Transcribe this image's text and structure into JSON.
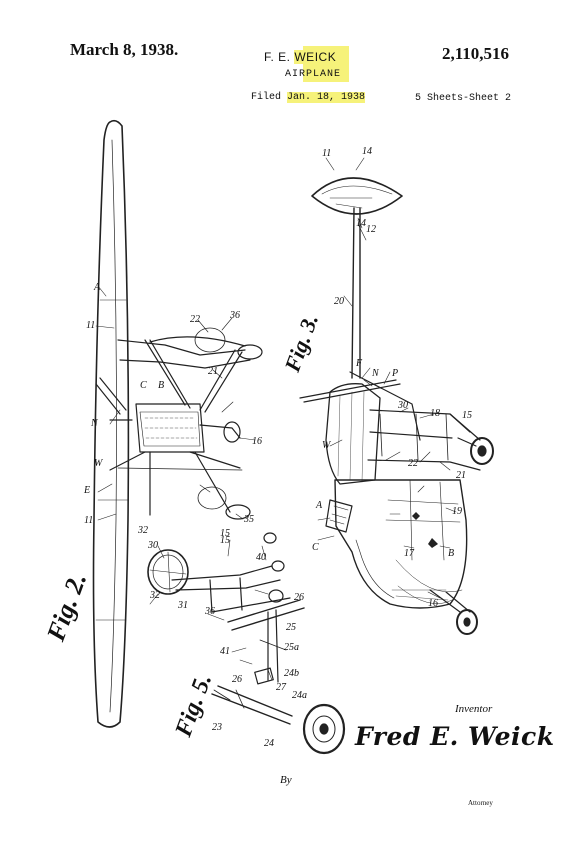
{
  "header": {
    "date": "March 8, 1938.",
    "inventor_prefix": "F. E.",
    "inventor_surname": "WEICK",
    "patent_number": "2,110,516",
    "title": "AIRPLANE",
    "filed_label": "Filed",
    "filed_date": "Jan. 18, 1938",
    "sheets": "5 Sheets-Sheet 2"
  },
  "figures": {
    "fig2": "Fig. 2.",
    "fig3": "Fig. 3.",
    "fig5": "Fig. 5."
  },
  "reference_numerals": {
    "fig2": [
      "A",
      "11",
      "22",
      "36",
      "21",
      "C",
      "B",
      "N",
      "16",
      "W",
      "E",
      "11",
      "32",
      "35",
      "15"
    ],
    "fig3": [
      "11",
      "14",
      "14",
      "12",
      "20",
      "F",
      "N",
      "P",
      "30",
      "18",
      "15",
      "W",
      "22",
      "21",
      "A",
      "C",
      "19",
      "17",
      "B",
      "16"
    ],
    "fig5": [
      "30",
      "32",
      "31",
      "15",
      "40",
      "26",
      "36",
      "25",
      "25a",
      "41",
      "24b",
      "26",
      "27",
      "24a",
      "23",
      "24"
    ]
  },
  "footer": {
    "inventor_label": "Inventor",
    "inventor_signature": "Fred E. Weick",
    "by_label": "By",
    "attorney_label": "Attorney"
  },
  "highlight_color": "#f6f27a"
}
